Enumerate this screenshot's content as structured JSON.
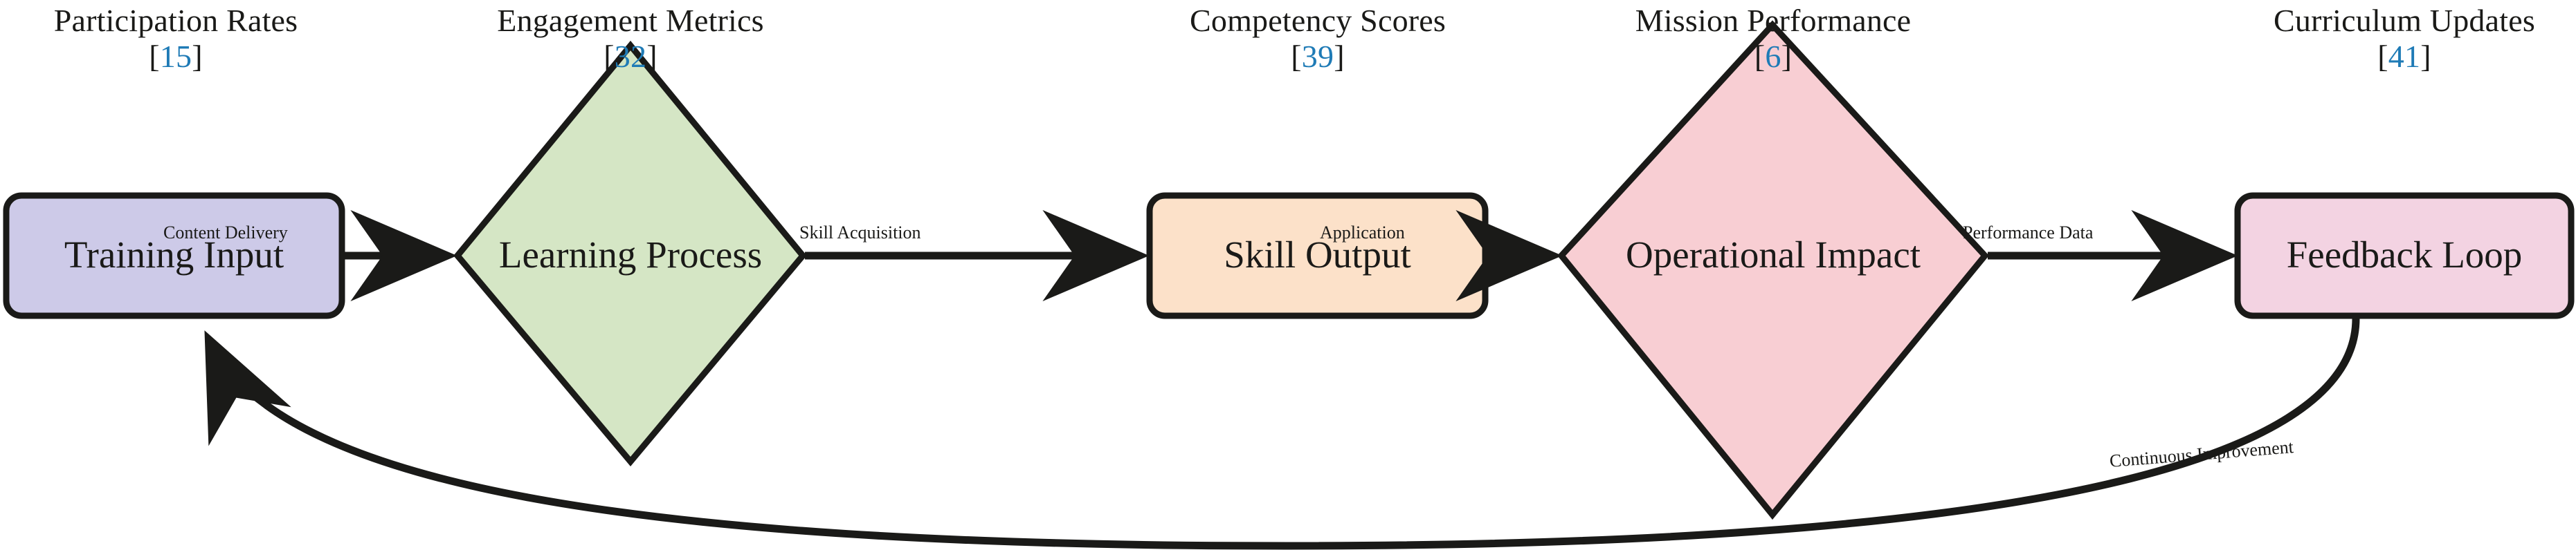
{
  "diagram": {
    "type": "flowchart",
    "orientation": "left-to-right",
    "background": "#ffffff",
    "stroke_color": "#1a1a18",
    "citation_color": "#1f7bb6",
    "text_color": "#1a1a18"
  },
  "headers": [
    {
      "title": "Participation Rates",
      "citation": "15",
      "open": "[",
      "close": "]"
    },
    {
      "title": "Engagement Metrics",
      "citation": "32",
      "open": "[",
      "close": "]"
    },
    {
      "title": "Competency Scores",
      "citation": "39",
      "open": "[",
      "close": "]"
    },
    {
      "title": "Mission Performance",
      "citation": "6",
      "open": "[",
      "close": "]"
    },
    {
      "title": "Curriculum Updates",
      "citation": "41",
      "open": "[",
      "close": "]"
    }
  ],
  "nodes": [
    {
      "id": "training-input",
      "label": "Training Input",
      "shape": "rounded-rect",
      "fill": "#cdcae8"
    },
    {
      "id": "learning-process",
      "label": "Learning Process",
      "shape": "diamond",
      "fill": "#d5e6c5"
    },
    {
      "id": "skill-output",
      "label": "Skill Output",
      "shape": "rounded-rect",
      "fill": "#fce1c9"
    },
    {
      "id": "operational-impact",
      "label": "Operational Impact",
      "shape": "diamond",
      "fill": "#f8ced3"
    },
    {
      "id": "feedback-loop",
      "label": "Feedback Loop",
      "shape": "rounded-rect",
      "fill": "#f3d3e2"
    }
  ],
  "edges": [
    {
      "id": "edge-content-delivery",
      "label": "Content Delivery",
      "from": "training-input",
      "to": "learning-process"
    },
    {
      "id": "edge-skill-acquisition",
      "label": "Skill Acquisition",
      "from": "learning-process",
      "to": "skill-output"
    },
    {
      "id": "edge-application",
      "label": "Application",
      "from": "skill-output",
      "to": "operational-impact"
    },
    {
      "id": "edge-performance-data",
      "label": "Performance Data",
      "from": "operational-impact",
      "to": "feedback-loop"
    },
    {
      "id": "edge-continuous-improvement",
      "label": "Continuous Improvement",
      "from": "feedback-loop",
      "to": "training-input"
    }
  ]
}
